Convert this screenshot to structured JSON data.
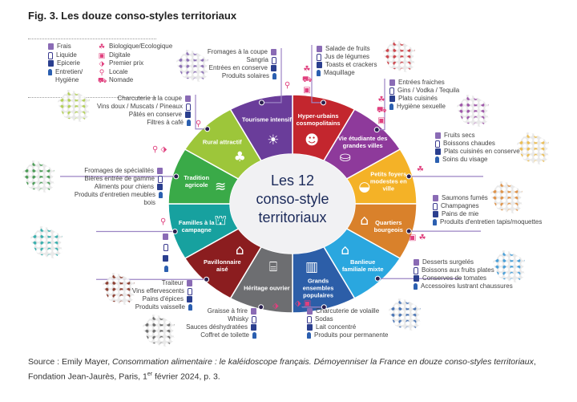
{
  "title": "Fig. 3. Les douze conso-styles territoriaux",
  "legend": {
    "categories": [
      {
        "key": "frais",
        "label": "Frais"
      },
      {
        "key": "liquide",
        "label": "Liquide"
      },
      {
        "key": "epicerie",
        "label": "Epicerie"
      },
      {
        "key": "entretien",
        "label": "Entretien/ Hygiène"
      }
    ],
    "tags": [
      {
        "key": "bio",
        "glyph": "☘",
        "label": "Biologique/Ecologique"
      },
      {
        "key": "digitale",
        "glyph": "▣",
        "label": "Digitale"
      },
      {
        "key": "premier_prix",
        "glyph": "⬗",
        "label": "Premier prix"
      },
      {
        "key": "locale",
        "glyph": "⚲",
        "label": "Locale"
      },
      {
        "key": "nomade",
        "glyph": "⛟",
        "label": "Nomade"
      }
    ]
  },
  "center": {
    "line1": "Les 12",
    "line2": "conso-style",
    "line3": "territoriaux"
  },
  "segments": [
    {
      "label": "Hyper-urbains cosmopolitains",
      "color": "#c3262e",
      "icon": "sunglasses-mustache",
      "glyph": "☻",
      "products": [
        "Salade de fruits",
        "Jus de légumes",
        "Toasts et crackers",
        "Maquillage"
      ],
      "tags": "☘ ⛟ ▣",
      "map_color": "#c3262e"
    },
    {
      "label": "Vie étudiante des grandes villes",
      "color": "#8e3a9b",
      "icon": "backpack",
      "glyph": "⛀",
      "products": [
        "Entrées fraiches",
        "Gins / Vodka / Tequila",
        "Plats cuisinés",
        "Hygiène sexuelle"
      ],
      "tags": "☘ ⛟ ▣",
      "map_color": "#8e3a9b"
    },
    {
      "label": "Petits foyers modestes en ville",
      "color": "#f4b227",
      "icon": "purse",
      "glyph": "◒",
      "products": [
        "Fruits secs",
        "Boissons chaudes",
        "Plats cuisinés en conserve",
        "Soins du visage"
      ],
      "tags": "☘",
      "map_color": "#e8b33a"
    },
    {
      "label": "Quartiers bourgeois",
      "color": "#d9812b",
      "icon": "bank",
      "glyph": "⌂",
      "products": [
        "Saumons fumés",
        "Champagnes",
        "Pains de mie",
        "Produits d'entretien tapis/moquettes"
      ],
      "tags": "▣ ☘",
      "map_color": "#d9812b"
    },
    {
      "label": "Banlieue familiale mixte",
      "color": "#2aa7df",
      "icon": "houses",
      "glyph": "⌂",
      "products": [
        "Desserts surgelés",
        "Boissons aux fruits plates",
        "Conserves de tomates",
        "Accessoires lustrant chaussures"
      ],
      "tags": "",
      "map_color": "#2a8fd0"
    },
    {
      "label": "Grands ensembles populaires",
      "color": "#2c5ea8",
      "icon": "buildings",
      "glyph": "▥",
      "products": [
        "Charcuterie de volaille",
        "Sodas",
        "Lait concentré",
        "Produits pour permanente"
      ],
      "tags": "⬗ ▣",
      "map_color": "#2c5ea8"
    },
    {
      "label": "Héritage ouvrier",
      "color": "#6d6e71",
      "icon": "factory",
      "glyph": "⌸",
      "products": [
        "Graisse à frire",
        "Whisky",
        "Sauces déshydratées",
        "Coffret de toilette"
      ],
      "tags": "⬗",
      "map_color": "#555555"
    },
    {
      "label": "Pavillonnaire aisé",
      "color": "#8b1d1f",
      "icon": "house-tree",
      "glyph": "⌂",
      "products": [
        "Traiteur",
        "Vins effervescents",
        "Pains d'épices",
        "Produits vaisselle"
      ],
      "tags": "",
      "map_color": "#7a2010"
    },
    {
      "label": "Familles à la campagne",
      "color": "#17a19f",
      "icon": "playground",
      "glyph": "⛫",
      "products": [
        "",
        "",
        "",
        ""
      ],
      "tags": "⚲",
      "map_color": "#17a19f"
    },
    {
      "label": "Tradition agricole",
      "color": "#3aaa48",
      "icon": "field",
      "glyph": "≋",
      "products": [
        "Fromages de spécialités",
        "Bières entrée de gamme",
        "Aliments pour chiens",
        "Produits d'entretien meubles bois"
      ],
      "tags": "⚲ ⬗",
      "map_color": "#2d8a3a"
    },
    {
      "label": "Rural attractif",
      "color": "#9dc63a",
      "icon": "landscape",
      "glyph": "♣",
      "products": [
        "Charcuterie à la coupe",
        "Vins doux / Muscats / Pineaux",
        "Pâtés en conserve",
        "Filtres à café"
      ],
      "tags": "⚲",
      "map_color": "#a7c83f"
    },
    {
      "label": "Tourisme intensif",
      "color": "#6a3d9a",
      "icon": "palm-island",
      "glyph": "☀",
      "products": [
        "Fromages à la coupe",
        "Sangria",
        "Entrées en conserve",
        "Produits solaires"
      ],
      "tags": "⚲",
      "map_color": "#7a5aa8"
    }
  ],
  "source": {
    "prefix": "Source : Emily Mayer, ",
    "work": "Consommation alimentaire : le kaléidoscope français. Démoyenniser la France en douze conso-styles territoriaux",
    "suffix": ", Fondation Jean-Jaurès, Paris, 1",
    "sup": "er",
    "end": " février 2024, p. 3."
  }
}
